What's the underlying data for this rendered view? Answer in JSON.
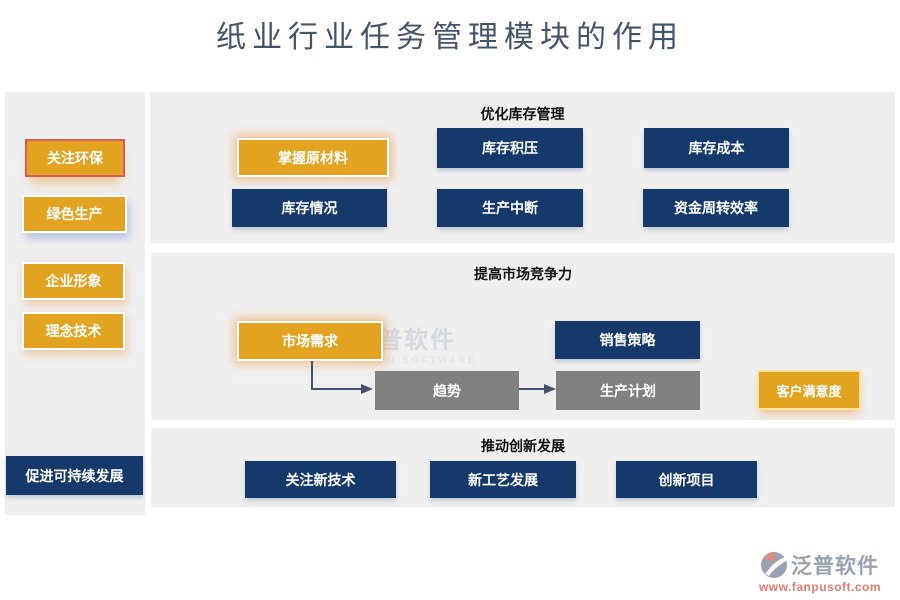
{
  "page_title": "纸业行业任务管理模块的作用",
  "colors": {
    "accent_orange": "#E2A321",
    "navy": "#15396B",
    "gray_box": "#808080",
    "panel_bg": "#EFEFEF",
    "arrow": "#44546A",
    "highlight_border": "#DE5B5B"
  },
  "sidebar": {
    "items": [
      {
        "label": "关注环保"
      },
      {
        "label": "绿色生产"
      },
      {
        "label": "企业形象"
      },
      {
        "label": "理念技术"
      }
    ],
    "footer_label": "促进可持续发展"
  },
  "sections": [
    {
      "title": "优化库存管理",
      "buttons": [
        {
          "label": "掌握原材料"
        },
        {
          "label": "库存积压"
        },
        {
          "label": "库存成本"
        },
        {
          "label": "库存情况"
        },
        {
          "label": "生产中断"
        },
        {
          "label": "资金周转效率"
        }
      ]
    },
    {
      "title": "提高市场竞争力",
      "buttons": [
        {
          "label": "市场需求"
        },
        {
          "label": "销售策略"
        },
        {
          "label": "趋势"
        },
        {
          "label": "生产计划"
        },
        {
          "label": "客户满意度"
        }
      ]
    },
    {
      "title": "推动创新发展",
      "buttons": [
        {
          "label": "关注新技术"
        },
        {
          "label": "新工艺发展"
        },
        {
          "label": "创新项目"
        }
      ]
    }
  ],
  "watermark": {
    "name": "泛普软件",
    "subname": "FANPU SOFTWARE"
  },
  "logo": {
    "name": "泛普软件",
    "url": "www.fanpusoft.com"
  }
}
